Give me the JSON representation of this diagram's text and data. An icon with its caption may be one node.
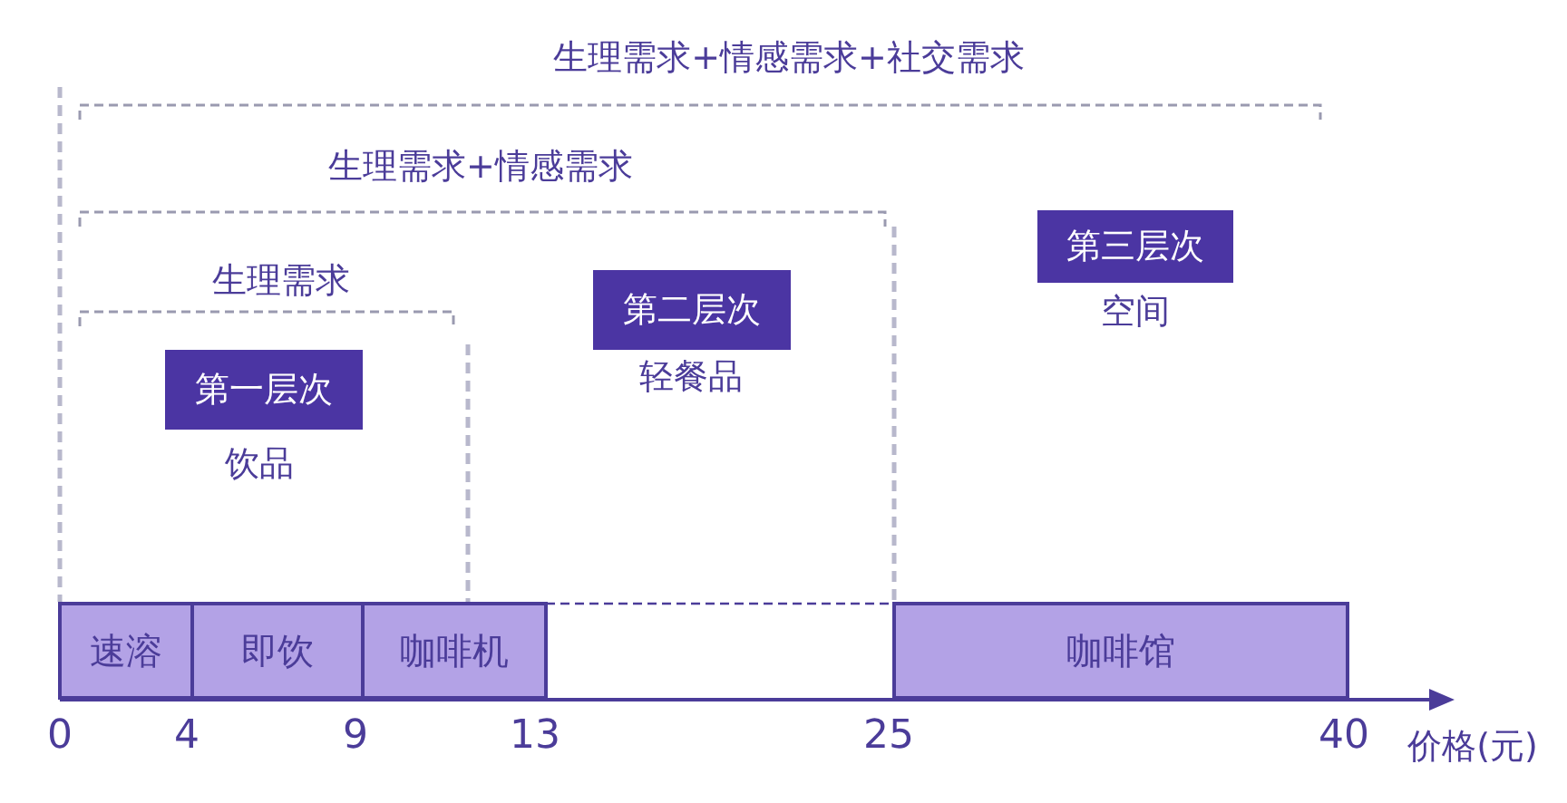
{
  "diagram": {
    "nodes": [
      {
        "text": [
          "第一层次"
        ],
        "beside": [
          "饮品"
        ]
      },
      {
        "text": [
          "第二层次"
        ],
        "beside": [
          "轻餐品"
        ]
      },
      {
        "text": [
          "第三层次"
        ],
        "beside": [
          "空间"
        ]
      },
      {
        "text": [
          "速溶"
        ]
      },
      {
        "text": [
          "即饮"
        ]
      },
      {
        "text": [
          "咖啡机"
        ]
      },
      {
        "text": [
          "咖啡馆"
        ]
      }
    ],
    "labels": [
      "生理需求+情感需求+社交需求",
      "生理需求+情感需求",
      "生理需求",
      "0",
      "4",
      "9",
      "13",
      "25",
      "40",
      "价格(元)"
    ]
  }
}
